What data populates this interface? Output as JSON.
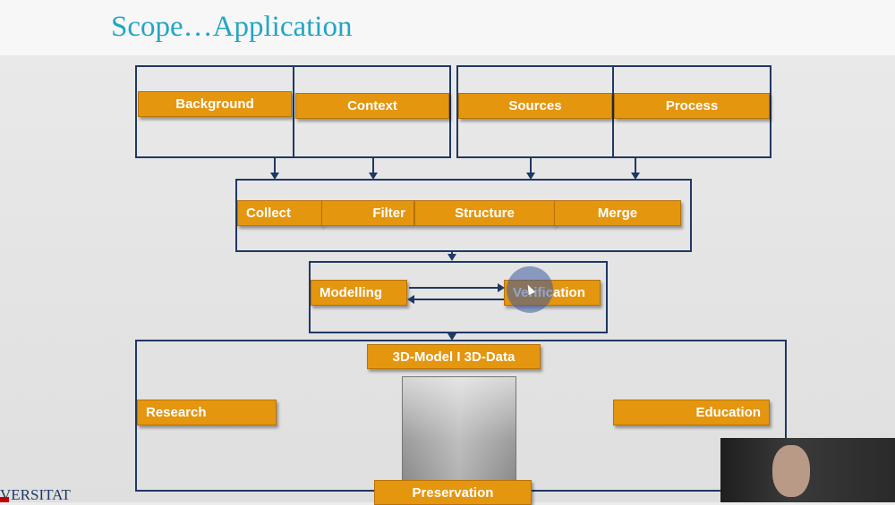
{
  "slide": {
    "title": "Scope…Application",
    "inputs": [
      "Background",
      "Context",
      "Sources",
      "Process"
    ],
    "processing": [
      "Collect",
      "Filter",
      "Structure",
      "Merge"
    ],
    "modelling": "Modelling",
    "verification": "Verification",
    "output": "3D-Model I 3D-Data",
    "applications": [
      "Research",
      "Education",
      "Preservation"
    ],
    "footer_logo": "VERSITAT"
  },
  "colors": {
    "title": "#21a6c4",
    "bar": "#e4960f",
    "frame": "#1f3864"
  }
}
